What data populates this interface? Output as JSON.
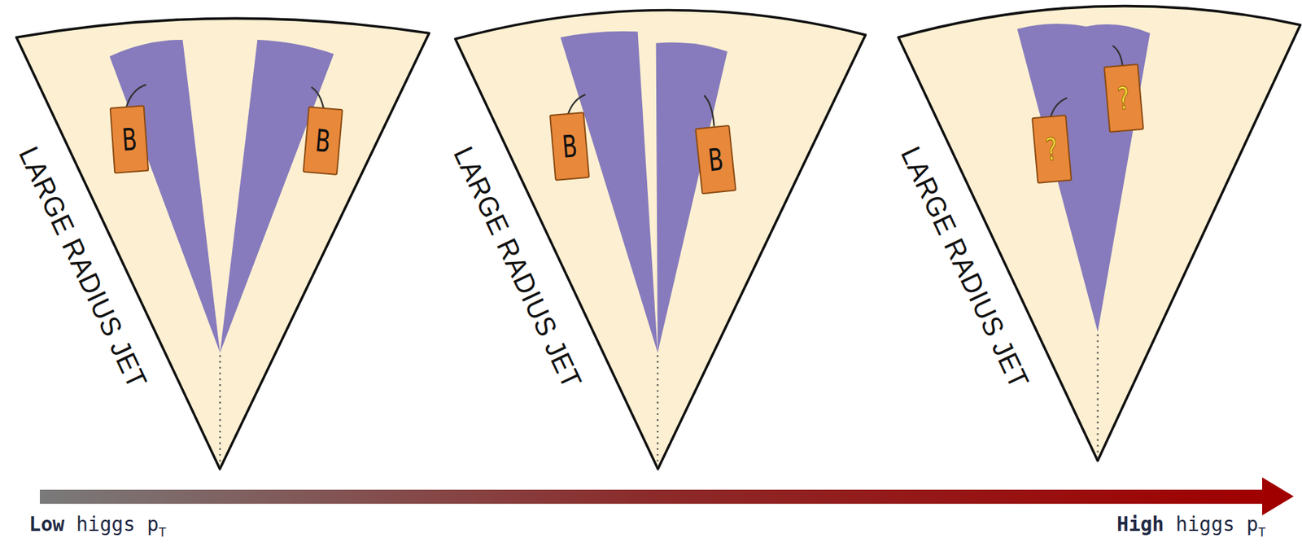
{
  "diagram": {
    "nodes": [
      {
        "text": [
          "LARGE RADIUS JET"
        ]
      },
      {
        "text": [
          "B"
        ],
        "in": 0
      },
      {
        "text": [
          "B"
        ],
        "in": 0
      },
      {
        "text": [
          "LARGE RADIUS JET"
        ]
      },
      {
        "text": [
          "B"
        ],
        "in": 3
      },
      {
        "text": [
          "B"
        ],
        "in": 3
      },
      {
        "text": [
          "LARGE RADIUS JET"
        ]
      },
      {
        "text": [
          "?"
        ],
        "in": 6
      },
      {
        "text": [
          "?"
        ],
        "in": 6
      }
    ],
    "labels": [
      "Low",
      "higgs p",
      "T",
      "High",
      "higgs p",
      "T"
    ]
  }
}
